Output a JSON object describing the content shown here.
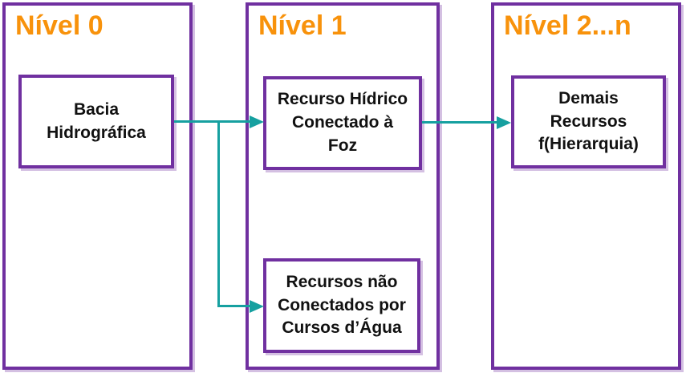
{
  "diagram": {
    "panels": [
      {
        "title": "Nível 0",
        "boxes": [
          {
            "label": "Bacia\nHidrográfica"
          }
        ]
      },
      {
        "title": "Nível 1",
        "boxes": [
          {
            "label": "Recurso Hídrico\nConectado à\nFoz"
          },
          {
            "label": "Recursos não\nConectados por\nCursos d’Água"
          }
        ]
      },
      {
        "title": "Nível 2...n",
        "boxes": [
          {
            "label": "Demais\nRecursos\nf(Hierarquia)"
          }
        ]
      }
    ],
    "connectors": [
      {
        "from": "Bacia Hidrográfica",
        "to": "Recurso Hídrico Conectado à Foz"
      },
      {
        "from": "Bacia Hidrográfica",
        "to": "Recursos não Conectados por Cursos d’Água"
      },
      {
        "from": "Recurso Hídrico Conectado à Foz",
        "to": "Demais Recursos f(Hierarquia)"
      }
    ]
  },
  "colors": {
    "panel-border": "#7030A0",
    "title-text": "#F8920B",
    "connector": "#16A0A0",
    "node-text": "#111111",
    "background": "#FFFFFF"
  }
}
